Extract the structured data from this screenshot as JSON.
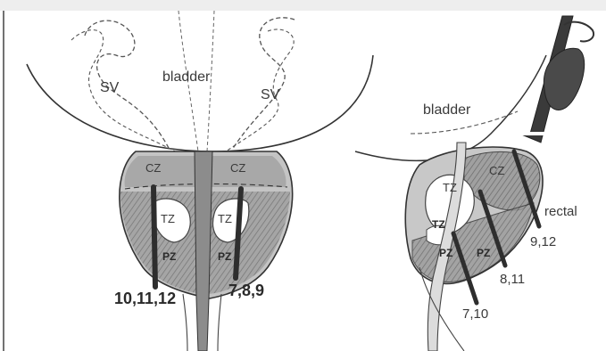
{
  "colors": {
    "background": "#ffffff",
    "ink": "#2e2e2e",
    "zone_dark": "#8a8a8a",
    "zone_mid": "#b4b4b4",
    "zone_light": "#dcdcdc",
    "needle": "#3a3a3a"
  },
  "coronal_view": {
    "bladder_label": "bladder",
    "sv_left_label": "SV",
    "sv_right_label": "SV",
    "cz_left_label": "CZ",
    "cz_right_label": "CZ",
    "tz_left_label": "TZ",
    "tz_right_label": "TZ",
    "pz_left_label": "PZ",
    "pz_right_label": "PZ",
    "needle_left_label": "10,11,12",
    "needle_right_label": "7,8,9"
  },
  "sagittal_view": {
    "bladder_label": "bladder",
    "cz_label": "CZ",
    "tz_upper_label": "TZ",
    "tz_lower_label": "TZ",
    "pz_left_label": "PZ",
    "pz_right_label": "PZ",
    "rectal_label": "rectal",
    "needle_1_label": "7,10",
    "needle_2_label": "8,11",
    "needle_3_label": "9,12"
  }
}
